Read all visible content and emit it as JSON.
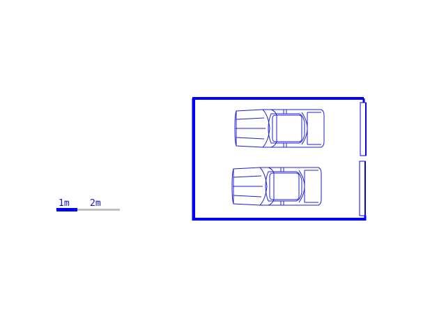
{
  "scale_bar": {
    "label_1": "1m",
    "label_2": "2m",
    "color_primary": "#0000ff",
    "color_secondary": "#c0c0c0"
  },
  "plan": {
    "wall_color": "#0000ff",
    "line_color": "#1f1fd6",
    "cars": [
      "car-top",
      "car-bottom"
    ],
    "doors": 2
  }
}
